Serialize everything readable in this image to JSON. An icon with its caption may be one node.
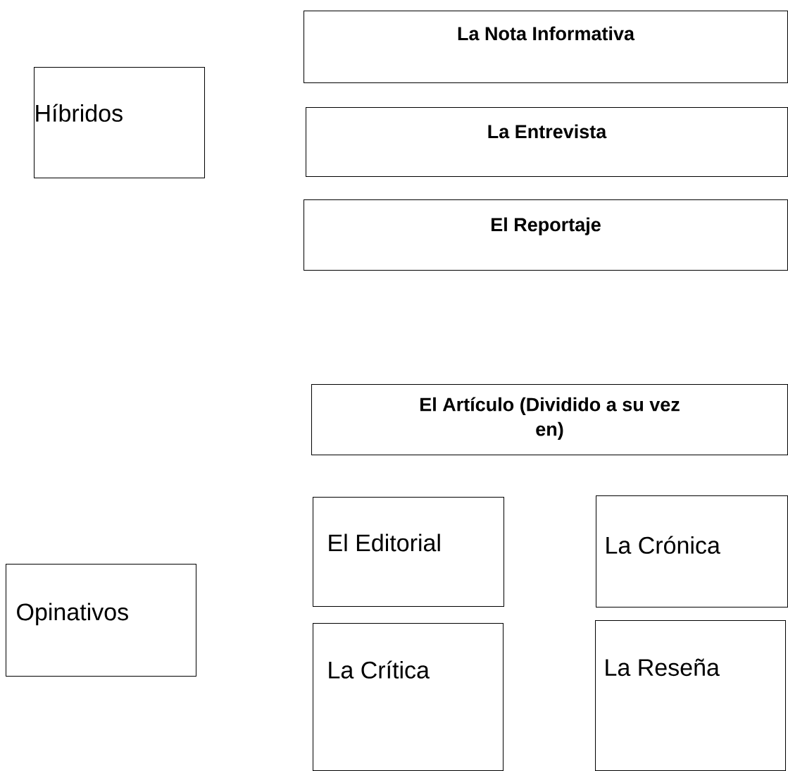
{
  "diagram": {
    "nodes": [
      {
        "text": [
          "Híbridos"
        ]
      },
      {
        "text": [
          "La Nota Informativa"
        ]
      },
      {
        "text": [
          "La Entrevista"
        ]
      },
      {
        "text": [
          "El Reportaje"
        ]
      },
      {
        "text": [
          "El Artículo (Dividido a su vez en)"
        ]
      },
      {
        "text": [
          "El Editorial"
        ]
      },
      {
        "text": [
          "La Crónica"
        ]
      },
      {
        "text": [
          "Opinativos"
        ]
      },
      {
        "text": [
          "La Crítica"
        ]
      },
      {
        "text": [
          "La Reseña"
        ]
      }
    ]
  }
}
